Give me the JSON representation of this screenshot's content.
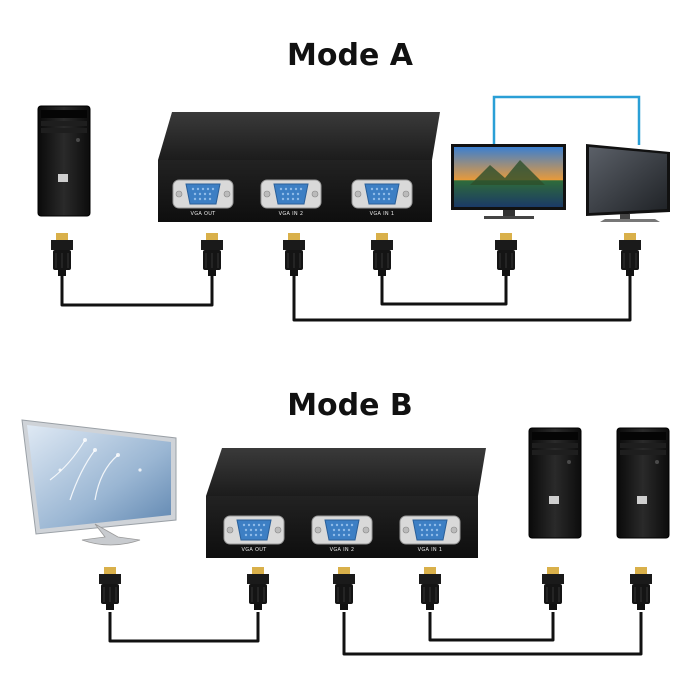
{
  "modes": [
    {
      "title": "Mode A",
      "ports": [
        "VGA OUT",
        "VGA IN 2",
        "VGA IN 1"
      ]
    },
    {
      "title": "Mode B",
      "ports": [
        "VGA OUT",
        "VGA IN 2",
        "VGA IN 1"
      ]
    }
  ],
  "colors": {
    "switch_body": "#1b1b1b",
    "vga_port": "#3d7fc4",
    "cable": "#111111",
    "link_line": "#2a9fd6",
    "tower": "#151515"
  },
  "icons": [
    "pc-tower-icon",
    "monitor-icon",
    "vga-switch-icon",
    "vga-connector-icon"
  ]
}
